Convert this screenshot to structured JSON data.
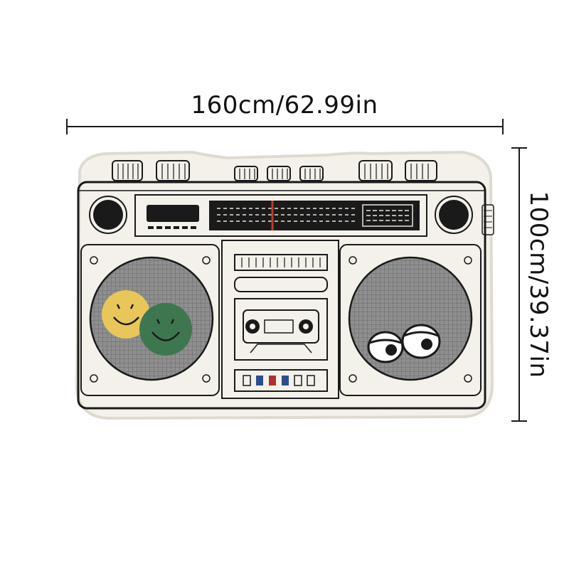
{
  "dimensions": {
    "width_label": "160cm/62.99in",
    "height_label": "100cm/39.37in"
  },
  "colors": {
    "background": "#ffffff",
    "rug_base": "#f4f1ea",
    "line": "#1a1a1a",
    "speaker_mesh": "#8f8f8f",
    "smiley_yellow": "#e8c65a",
    "smiley_green": "#3e7650",
    "tuner_needle": "#c0392b",
    "button_blue": "#2a4f8f",
    "button_red": "#b03030"
  },
  "product": {
    "shape": "boombox-rug",
    "icons": [
      "smiley-yellow-icon",
      "smiley-green-icon",
      "sleepy-eyes-icon",
      "cassette-icon",
      "knob-icon"
    ]
  }
}
